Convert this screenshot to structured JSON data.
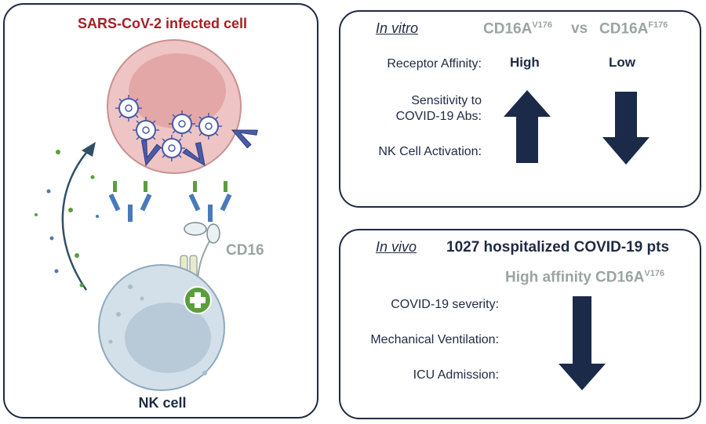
{
  "left": {
    "infected_cell_title": "SARS-CoV-2 infected cell",
    "receptor_label": "CD16",
    "nk_cell_title": "NK cell"
  },
  "in_vitro": {
    "tag": "In vitro",
    "variant_a": "CD16A",
    "variant_a_sup": "V176",
    "vs": "vs",
    "variant_b": "CD16A",
    "variant_b_sup": "F176",
    "rows": {
      "receptor_affinity": "Receptor Affinity:",
      "sensitivity_line1": "Sensitivity to",
      "sensitivity_line2": "COVID-19 Abs:",
      "nk_activation": "NK Cell Activation:"
    },
    "levels": {
      "a": "High",
      "b": "Low"
    }
  },
  "in_vivo": {
    "tag": "In vivo",
    "cohort": "1027 hospitalized COVID-19 pts",
    "subgroup": "High affinity CD16A",
    "subgroup_sup": "V176",
    "rows": {
      "severity": "COVID-19 severity:",
      "ventilation": "Mechanical Ventilation:",
      "icu": "ICU Admission:"
    }
  },
  "colors": {
    "dark_navy": "#1b2a48",
    "infected_red": "#a51e24",
    "label_gray": "#9aa5a2",
    "cell_pink": "#efc4c4",
    "nk_blue": "#d3e0ea",
    "activation_green": "#5a9e3d",
    "spike_blue": "#4a5ba8"
  },
  "icons": [
    "virus-icon",
    "spike-protein-icon",
    "antibody-icon",
    "plus-icon",
    "up-arrow-icon",
    "down-arrow-icon"
  ]
}
